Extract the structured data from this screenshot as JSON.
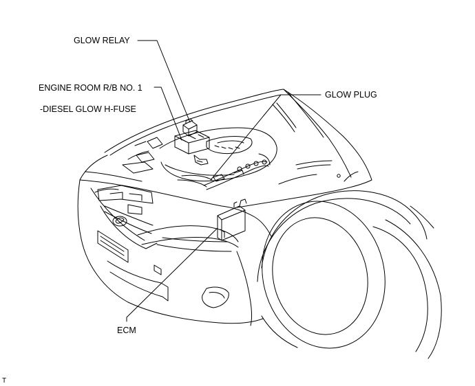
{
  "labels": {
    "glow_relay": "GLOW RELAY",
    "engine_room_rb": "ENGINE ROOM R/B NO. 1",
    "diesel_glow_fuse": "-DIESEL GLOW H-FUSE",
    "glow_plug": "GLOW PLUG",
    "ecm": "ECM"
  },
  "figure_code": "T",
  "colors": {
    "line": "#000000",
    "background": "#ffffff"
  }
}
